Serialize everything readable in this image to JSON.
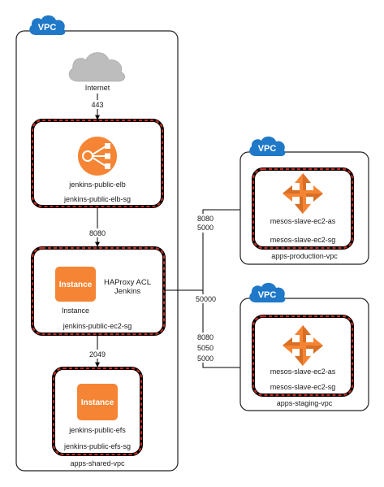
{
  "colors": {
    "vpc_badge": "#1f78c8",
    "sg_border_red": "#c42a22",
    "aws_orange": "#f58534",
    "cloud_gray": "#b8b8b8",
    "line": "#000000"
  },
  "icons": {
    "vpc": "vpc-cloud-badge-icon",
    "internet": "internet-cloud-icon",
    "elb": "elastic-load-balancer-icon",
    "instance": "ec2-instance-icon",
    "autoscaling": "auto-scaling-icon"
  },
  "shared_vpc": {
    "badge": "VPC",
    "name": "apps-shared-vpc",
    "internet_label": "Internet",
    "port_internet_elb": "443",
    "elb_label": "jenkins-public-elb",
    "elb_sg": "jenkins-public-elb-sg",
    "port_elb_ec2": "8080",
    "ec2_icon_text": "Instance",
    "ec2_label": "Instance",
    "ec2_note_line1": "HAProxy ACL",
    "ec2_note_line2": "Jenkins",
    "ec2_sg": "jenkins-public-ec2-sg",
    "port_ec2_efs": "2049",
    "efs_icon_text": "Instance",
    "efs_label": "jenkins-public-efs",
    "efs_sg": "jenkins-public-efs-sg"
  },
  "production_vpc": {
    "badge": "VPC",
    "name": "apps-production-vpc",
    "asg_label": "mesos-slave-ec2-as",
    "sg": "mesos-slave-ec2-sg",
    "port_line1": "8080",
    "port_line2": "5000"
  },
  "staging_vpc": {
    "badge": "VPC",
    "name": "apps-staging-vpc",
    "asg_label": "mesos-slave-ec2-as",
    "sg": "mesos-slave-ec2-sg",
    "port_line1": "8080",
    "port_line2": "5050",
    "port_line3": "5000"
  },
  "link_label_50000": "50000"
}
